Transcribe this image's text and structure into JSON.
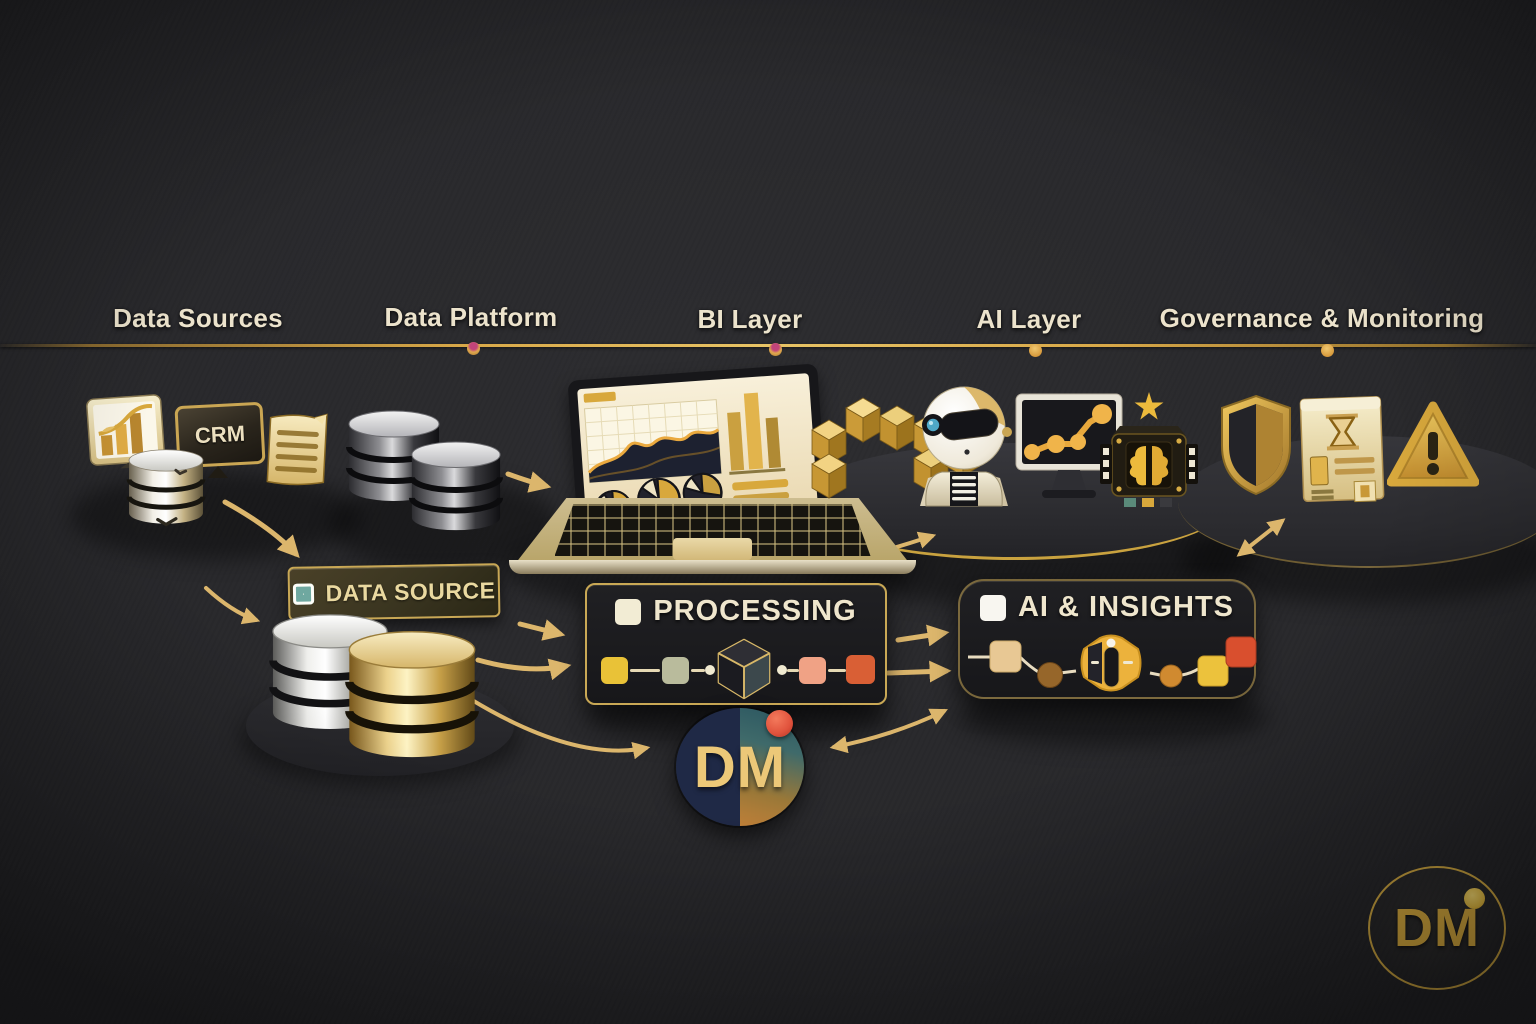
{
  "sections": [
    {
      "label": "Data Sources"
    },
    {
      "label": "Data Platform"
    },
    {
      "label": "BI Layer"
    },
    {
      "label": "AI Layer"
    },
    {
      "label": "Governance & Monitoring"
    }
  ],
  "labels": {
    "crm": "CRM",
    "data_source": "DATA SOURCE",
    "processing": "PROCESSING",
    "ai_insights": "AI & INSIGHTS"
  },
  "logos": {
    "center": "DM",
    "corner": "DM"
  },
  "colors": {
    "background": "#28282b",
    "header_text": "#ece3cc",
    "timeline_gold": "#d8a848",
    "arrow_gold": "#dcb66c",
    "box_background": "#1b1b1d",
    "box_border": "#c9a855",
    "accent_yellow": "#e9c237",
    "accent_sage": "#b9bb9c",
    "accent_salmon": "#f0a285",
    "accent_red_orange": "#d95f35",
    "accent_tan": "#e8c894",
    "accent_brown": "#96662a",
    "accent_orange": "#d08a30",
    "accent_red": "#d94f2e",
    "logo_dot_red": "#e0523c",
    "logo_navy": "#1f2946",
    "logo_gold": "#e8c270"
  },
  "icons": [
    "bar-chart-icon",
    "crm-monitor-icon",
    "document-icon",
    "database-icon",
    "database-stack-icon",
    "laptop-dashboard-icon",
    "gold-cubes-icon",
    "robot-icon",
    "trend-monitor-icon",
    "ai-chip-icon",
    "shield-icon",
    "audit-document-icon",
    "warning-triangle-icon",
    "cube-icon",
    "vr-headset-icon",
    "dm-logo-icon"
  ]
}
